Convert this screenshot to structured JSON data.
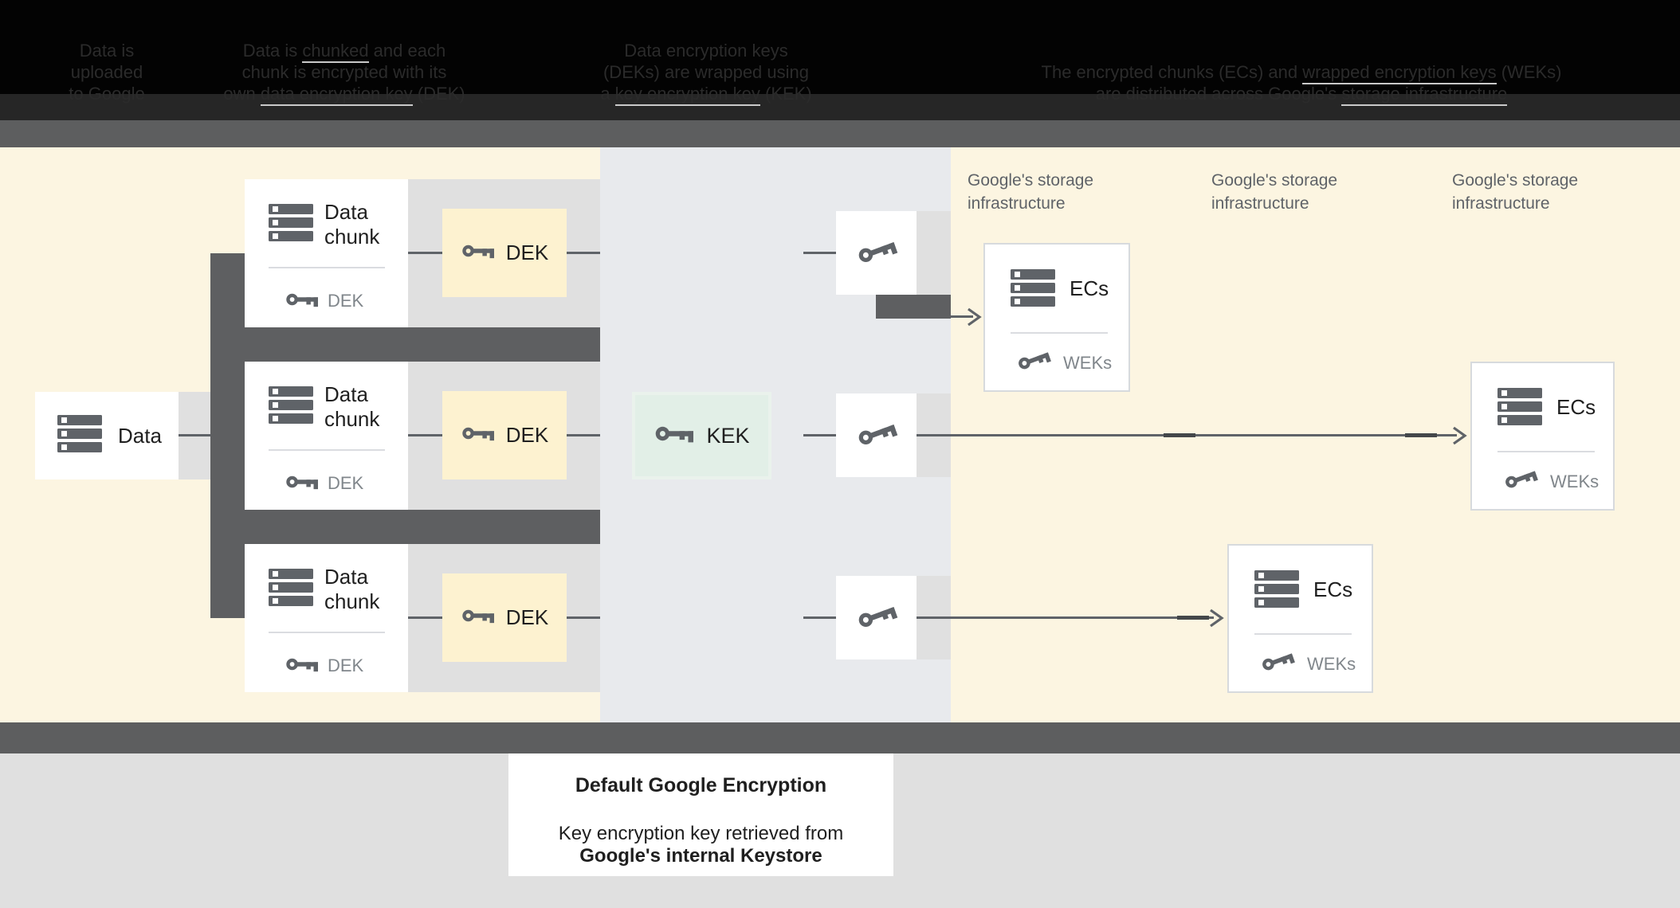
{
  "header": {
    "annotations": [
      {
        "lines": [
          {
            "parts": [
              {
                "text": "Data is"
              }
            ]
          },
          {
            "parts": [
              {
                "text": "uploaded"
              }
            ]
          },
          {
            "parts": [
              {
                "text": "to Google"
              }
            ]
          }
        ]
      },
      {
        "lines": [
          {
            "parts": [
              {
                "text": "Data is "
              },
              {
                "text": "chunked",
                "link": true
              },
              {
                "text": " and each"
              }
            ]
          },
          {
            "parts": [
              {
                "text": "chunk is encrypted with its"
              }
            ]
          },
          {
            "parts": [
              {
                "text": "own "
              },
              {
                "text": "data encryption key",
                "link": true
              },
              {
                "text": " (DEK)"
              }
            ]
          }
        ]
      },
      {
        "lines": [
          {
            "parts": [
              {
                "text": "Data encryption keys"
              }
            ]
          },
          {
            "parts": [
              {
                "text": "(DEKs) are wrapped using"
              }
            ]
          },
          {
            "parts": [
              {
                "text": "a "
              },
              {
                "text": "key encryption key",
                "link": true
              },
              {
                "text": " (KEK)"
              }
            ]
          }
        ]
      },
      {
        "lines": [
          {
            "parts": [
              {
                "text": "The encrypted chunks (ECs) and "
              },
              {
                "text": "wrapped encryption keys",
                "link": true
              },
              {
                "text": " (WEKs)"
              }
            ]
          },
          {
            "parts": [
              {
                "text": "are distributed across Google's "
              },
              {
                "text": "storage infrastructure",
                "link": true
              }
            ]
          }
        ]
      }
    ]
  },
  "diagram": {
    "data_box": {
      "label": "Data"
    },
    "chunk_rows": [
      {
        "title_line1": "Data",
        "title_line2": "chunk",
        "key_label": "DEK",
        "dek_box_label": "DEK"
      },
      {
        "title_line1": "Data",
        "title_line2": "chunk",
        "key_label": "DEK",
        "dek_box_label": "DEK"
      },
      {
        "title_line1": "Data",
        "title_line2": "chunk",
        "key_label": "DEK",
        "dek_box_label": "DEK"
      }
    ],
    "kek_box": {
      "label": "KEK"
    },
    "storage_labels": [
      {
        "line1": "Google's storage",
        "line2": "infrastructure"
      },
      {
        "line1": "Google's storage",
        "line2": "infrastructure"
      },
      {
        "line1": "Google's storage",
        "line2": "infrastructure"
      }
    ],
    "ecs_boxes": [
      {
        "title": "ECs",
        "key_label": "WEKs"
      },
      {
        "title": "ECs",
        "key_label": "WEKs"
      },
      {
        "title": "ECs",
        "key_label": "WEKs"
      }
    ]
  },
  "footer": {
    "title": "Default Google Encryption",
    "body_line1": "Key encryption key retrieved from",
    "body_line2": "Google's internal Keystore"
  },
  "colors": {
    "page_cream": "#fcf5e1",
    "middle_zone_gray": "#e8eaed",
    "band_gray": "#e0e0e0",
    "bar_dark": "#5e5f61",
    "dek_cream": "#fdf2d0",
    "kek_mint": "#e2efe7",
    "icon_gray": "#5f6368",
    "muted_text": "#80868b"
  }
}
